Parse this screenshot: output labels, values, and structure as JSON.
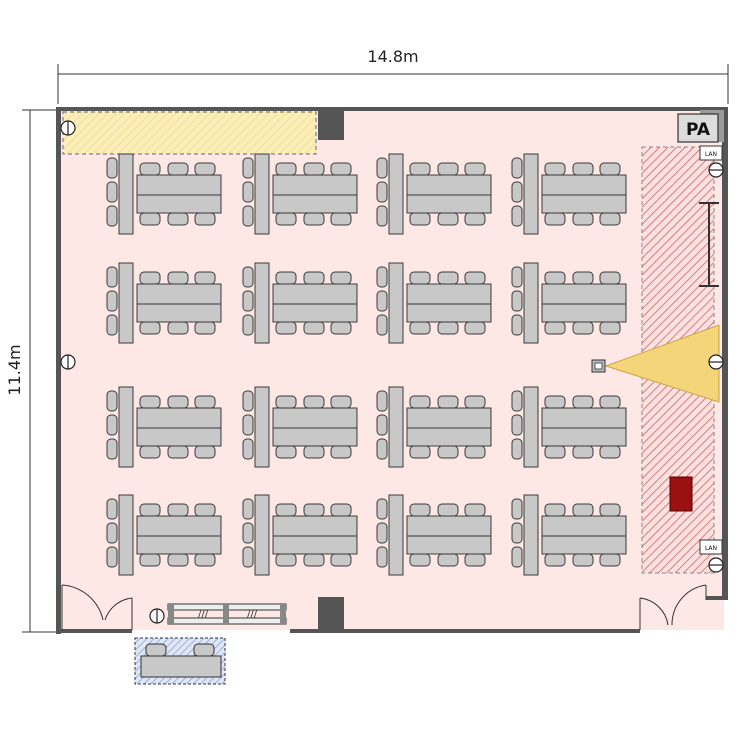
{
  "dimensions": {
    "width_label": "14.8m",
    "height_label": "11.4m"
  },
  "equipment": {
    "pa_label": "PA",
    "lan_label": "LAN"
  },
  "colors": {
    "room_floor": "#fde8e6",
    "wall": "#555555",
    "furniture": "#c8c8c8",
    "outline": "#3a3a3a",
    "stage_hatch": "#e07a7a",
    "projection_beam": "#f5d57a",
    "buffet_area": "#f9e7a6",
    "podium": "#9b1111",
    "reception_hatch": "#8899cc"
  },
  "layout": {
    "rows": 4,
    "columns": 4,
    "seats_per_table_side": 3,
    "head_seats": 3
  }
}
